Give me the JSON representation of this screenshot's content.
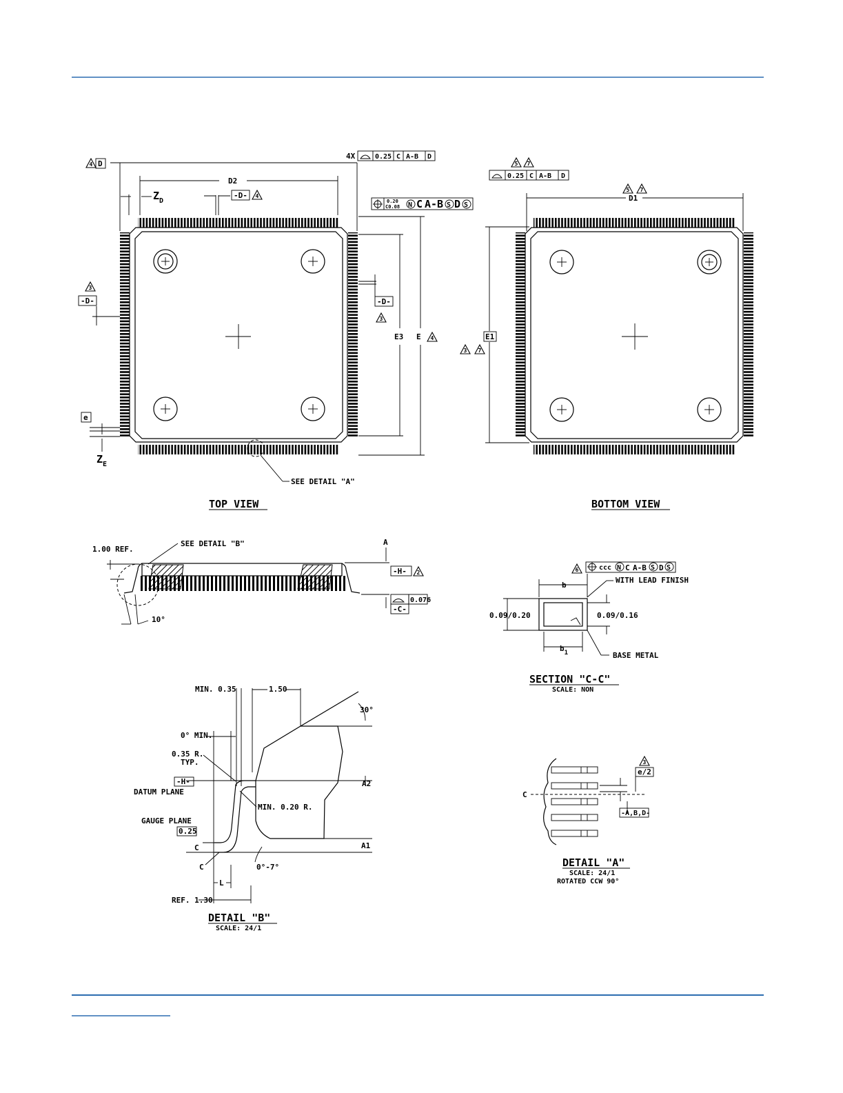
{
  "colors": {
    "rule": "#2b6cb0",
    "ink": "#000000"
  },
  "top_view": {
    "title": "TOP VIEW",
    "dims": {
      "d": "D",
      "d2": "D2",
      "zd": "Z",
      "zd_sub": "D",
      "e3": "E3",
      "e": "E",
      "ze": "Z",
      "ze_sub": "E",
      "e_pitch": "e"
    },
    "datum_d_top": "-D-",
    "datum_d_left": "-D-",
    "datum_d_right": "-D-",
    "note_4": "4",
    "note_3": "3",
    "note_4x": "4X",
    "fcf_top": [
      "0.25",
      "C",
      "A-B",
      "D"
    ],
    "fcf_pos": [
      "0.20",
      "C0.08",
      "N",
      "C",
      "A-B",
      "S",
      "D",
      "S"
    ],
    "see_detail": "SEE DETAIL \"A\""
  },
  "bottom_view": {
    "title": "BOTTOM VIEW",
    "dims": {
      "d1": "D1",
      "e1": "E1"
    },
    "notes_top": [
      "5",
      "7"
    ],
    "notes_d1": [
      "5",
      "7"
    ],
    "notes_e1": [
      "3",
      "7"
    ],
    "fcf": [
      "0.25",
      "C",
      "A-B",
      "D"
    ]
  },
  "side_view": {
    "ref": "1.00 REF.",
    "see_detail": "SEE DETAIL \"B\"",
    "angle": "10°",
    "dim_a": "A",
    "datum_h": "-H-",
    "note_2": "2",
    "datum_c": "-C-",
    "flatness": "0.076"
  },
  "section_cc": {
    "title": "SECTION \"C-C\"",
    "scale": "SCALE: NON",
    "note": "6",
    "fcf": [
      "ccc",
      "N",
      "C",
      "A-B",
      "S",
      "D",
      "S"
    ],
    "b": "b",
    "b1": "b",
    "b1_sub": "1",
    "t_left": "0.09/0.20",
    "t_right": "0.09/0.16",
    "with_lead_finish": "WITH LEAD FINISH",
    "base_metal": "BASE METAL"
  },
  "detail_b": {
    "title": "DETAIL \"B\"",
    "scale": "SCALE: 24/1",
    "min_035": "MIN. 0.35",
    "d150": "1.50",
    "ang30": "30°",
    "zero_min": "0° MIN.",
    "r035": "0.35 R.",
    "typ": "TYP.",
    "datum_h": "-H-",
    "datum_plane": "DATUM PLANE",
    "min_r020": "MIN. 0.20 R.",
    "a2": "A2",
    "gauge_plane": "GAUGE PLANE",
    "gauge_val": "0.25",
    "c1": "C",
    "c2": "C",
    "a1": "A1",
    "angle_range": "0°-7°",
    "l": "L",
    "ref130": "REF. 1.30"
  },
  "detail_a": {
    "title": "DETAIL \"A\"",
    "scale": "SCALE: 24/1",
    "rotated": "ROTATED CCW 90°",
    "note_3": "3",
    "e_half": "e/2",
    "cl": "C",
    "datum_abd": "-A,B,D-"
  }
}
